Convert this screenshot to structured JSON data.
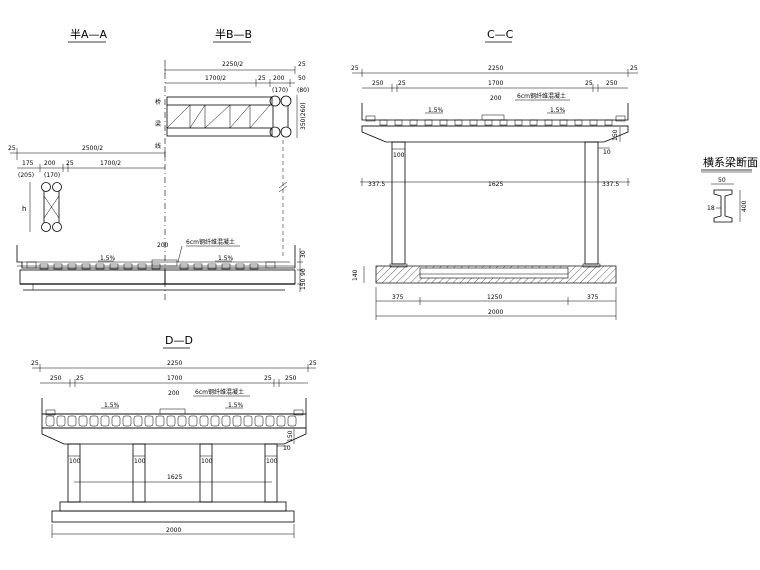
{
  "titles": {
    "aa": "半A—A",
    "bb": "半B—B",
    "cc": "C—C",
    "dd": "D—D",
    "tie": "横系梁断面"
  },
  "note": "6cm钢纤维混凝土",
  "slope": "1.5%",
  "side_labels": [
    "桥",
    "梁",
    "线"
  ],
  "dims": {
    "d25": "25",
    "d175": "175",
    "d205": "(205)",
    "d200": "200",
    "d170": "(170)",
    "d250": "250",
    "d1700": "1700",
    "d2250": "2250",
    "d2250h": "2250/2",
    "d1700h": "1700/2",
    "d2500h": "2500/2",
    "d50": "50",
    "d80": "(80)",
    "d350": "350(260)",
    "h": "h",
    "d30": "30",
    "d90": "90",
    "d150": "150",
    "d100": "100",
    "d10": "10",
    "d337": "337.5",
    "d1625": "1625",
    "d140": "140",
    "d375": "375",
    "d1250": "1250",
    "d2000": "2000",
    "d18": "18",
    "d400": "400"
  }
}
